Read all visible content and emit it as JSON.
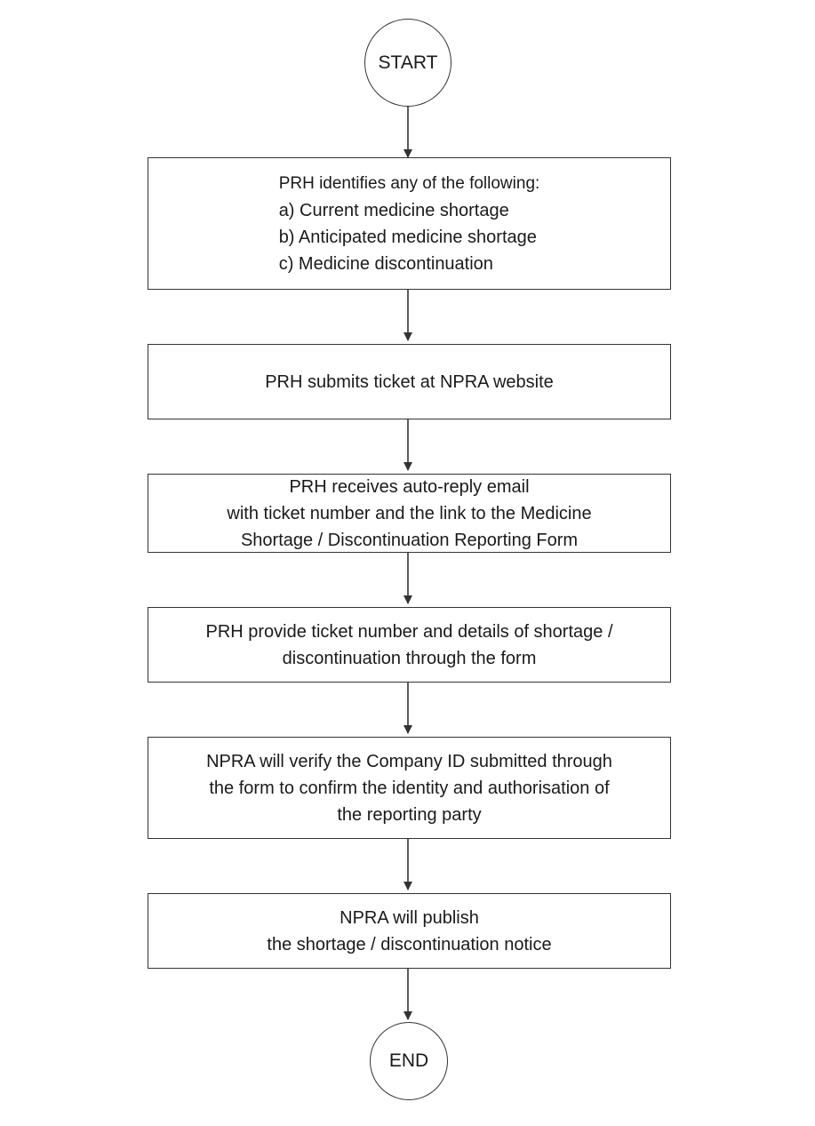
{
  "flowchart": {
    "start": "START",
    "end": "END",
    "steps": [
      {
        "id": "identify",
        "title": "PRH identifies any of the following:",
        "items": [
          "a) Current medicine shortage",
          "b) Anticipated medicine shortage",
          "c) Medicine discontinuation"
        ]
      },
      {
        "id": "submit",
        "lines": [
          "PRH submits ticket at NPRA website"
        ]
      },
      {
        "id": "autoreply",
        "lines": [
          "PRH receives auto-reply email",
          "with ticket number and the link to the Medicine",
          "Shortage / Discontinuation Reporting Form"
        ]
      },
      {
        "id": "provide",
        "lines": [
          "PRH provide ticket number and details of shortage /",
          "discontinuation through the form"
        ]
      },
      {
        "id": "verify",
        "lines": [
          "NPRA will verify the Company ID submitted through",
          "the form to confirm the identity and authorisation of",
          "the reporting party"
        ]
      },
      {
        "id": "publish",
        "lines": [
          "NPRA will publish",
          "the shortage / discontinuation notice"
        ]
      }
    ]
  }
}
